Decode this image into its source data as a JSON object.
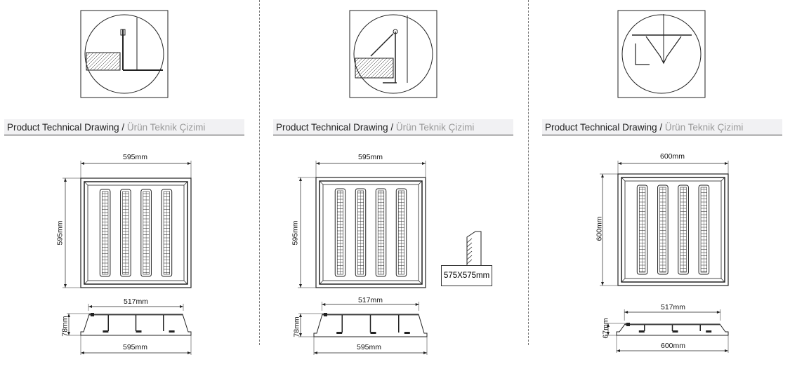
{
  "header": {
    "title_en": "Product Technical Drawing",
    "separator": " / ",
    "title_tr": "Ürün Teknik Çizimi"
  },
  "panels": [
    {
      "width": "595mm",
      "height": "595mm",
      "inner_width": "517mm",
      "depth": "78mm",
      "base_width": "595mm",
      "mount": "t-grid"
    },
    {
      "width": "595mm",
      "height": "595mm",
      "inner_width": "517mm",
      "depth": "78mm",
      "base_width": "595mm",
      "mount": "clip",
      "clip_size": "575X575mm"
    },
    {
      "width": "600mm",
      "height": "600mm",
      "inner_width": "517mm",
      "depth": "67mm",
      "base_width": "600mm",
      "mount": "spring"
    }
  ],
  "colors": {
    "line": "#222222",
    "header_bg": "#f1f1f3",
    "subtitle": "#999999"
  }
}
